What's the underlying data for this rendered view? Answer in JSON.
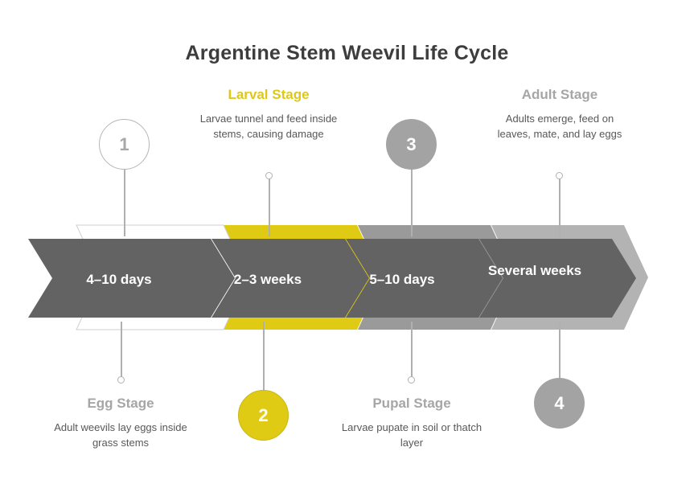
{
  "page": {
    "title": "Argentine Stem Weevil Life Cycle",
    "background": "#ffffff"
  },
  "colors": {
    "accent_yellow": "#e0cb14",
    "chevron_fill": "#636363",
    "outline_gray_mid": "#9a9a9a",
    "outline_gray_light": "#b3b3b3",
    "outline_white": "#ffffff",
    "title_text": "#3d3d3d",
    "stage_title_gray": "#a6a6a6",
    "body_text": "#585858",
    "connector": "#b0b0b0"
  },
  "chart_data": {
    "type": "diagram",
    "title": "Argentine Stem Weevil Life Cycle",
    "stages": [
      {
        "number": "1",
        "name": "Egg Stage",
        "duration": "4–10 days",
        "description": "Adult weevils lay eggs inside grass stems",
        "outline_color": "#ffffff",
        "marker_style": "outline",
        "label_position": "bottom",
        "marker_position": "top"
      },
      {
        "number": "2",
        "name": "Larval Stage",
        "duration": "2–3 weeks",
        "description": "Larvae tunnel and feed inside stems, causing damage",
        "outline_color": "#e0cb14",
        "marker_style": "solid-yellow",
        "label_position": "top",
        "marker_position": "bottom",
        "highlighted": true
      },
      {
        "number": "3",
        "name": "Pupal Stage",
        "duration": "5–10 days",
        "description": "Larvae pupate in soil or thatch layer",
        "outline_color": "#9a9a9a",
        "marker_style": "solid-gray",
        "label_position": "bottom",
        "marker_position": "top"
      },
      {
        "number": "4",
        "name": "Adult Stage",
        "duration": "Several weeks",
        "description": "Adults emerge, feed on leaves, mate, and lay eggs",
        "outline_color": "#b3b3b3",
        "marker_style": "solid-gray",
        "label_position": "top",
        "marker_position": "bottom"
      }
    ]
  }
}
